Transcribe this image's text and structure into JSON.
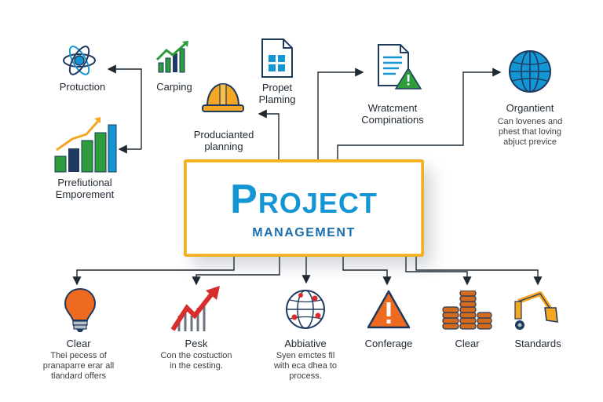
{
  "center": {
    "title": "Project",
    "subtitle": "MANAGEMENT"
  },
  "top_nodes": [
    {
      "label": "Protuction",
      "icon": "atom-icon"
    },
    {
      "label": "Carping",
      "icon": "growth-chart-icon"
    },
    {
      "label": "Propet\nPlaming",
      "icon": "planning-document-icon"
    },
    {
      "label": "Producianted\nplanning",
      "icon": "hard-hat-icon"
    },
    {
      "label": "Wratcment\nCompinations",
      "icon": "document-warning-icon"
    },
    {
      "label": "Organtient",
      "description": "Can lovenes and\nphest that loving\nabjuct previce",
      "icon": "globe-icon"
    },
    {
      "label": "Prrefiutional\nEmporement",
      "icon": "bar-chart-trend-icon"
    }
  ],
  "bottom_nodes": [
    {
      "label": "Clear",
      "description": "Thei pecess of\npranaparre erar all\ntlandard offers",
      "icon": "lightbulb-icon"
    },
    {
      "label": "Pesk",
      "description": "Con the costuction\nin the cesting.",
      "icon": "rising-arrow-icon"
    },
    {
      "label": "Abbiative",
      "description": "Syen emctes fil\nwith eca dhea to\nprocess.",
      "icon": "network-globe-icon"
    },
    {
      "label": "Conferage",
      "icon": "warning-triangle-icon"
    },
    {
      "label": "Clear",
      "icon": "coin-stack-icon"
    },
    {
      "label": "Standards",
      "icon": "excavator-icon"
    }
  ],
  "colors": {
    "accent_blue": "#1596d4",
    "frame_yellow": "#f2b01e",
    "green": "#2e9b3c",
    "orange": "#ee6a1f",
    "red": "#d72d2d",
    "navy": "#1e3a5f"
  }
}
